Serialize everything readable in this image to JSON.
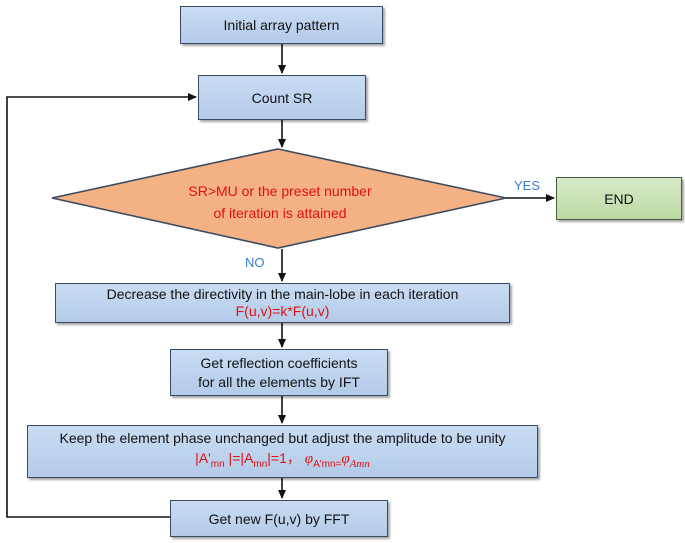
{
  "nodes": {
    "init": "Initial array pattern",
    "count": "Count SR",
    "decision_line1": "SR>MU or the preset number",
    "decision_line2": "of  iteration is attained",
    "end": "END",
    "decrease_line1": "Decrease the directivity in the main-lobe in each iteration",
    "decrease_formula": "F(u,v)=k*F(u,v)",
    "reflect_line1": "Get reflection coefficients",
    "reflect_line2": "for all the elements by IFT",
    "keep_line1": "Keep the element phase unchanged but adjust the amplitude to be unity",
    "keep_formula_a": "|A'",
    "keep_formula_a_sub": "mn",
    "keep_formula_b": " |=|A",
    "keep_formula_b_sub": "mn",
    "keep_formula_c": "|=1，",
    "keep_formula_phi1": "φ",
    "keep_formula_phi1_sub": "A'mn=",
    "keep_formula_phi2": "φ",
    "keep_formula_phi2_sub": "Amn",
    "fft": "Get new F(u,v) by FFT"
  },
  "labels": {
    "yes": "YES",
    "no": "NO"
  },
  "colors": {
    "box_fill": "#b3cbe9",
    "decision_fill": "#f4b183",
    "end_fill": "#bedaa6",
    "formula_red": "#e01010",
    "label_blue": "#3a7cc8"
  }
}
